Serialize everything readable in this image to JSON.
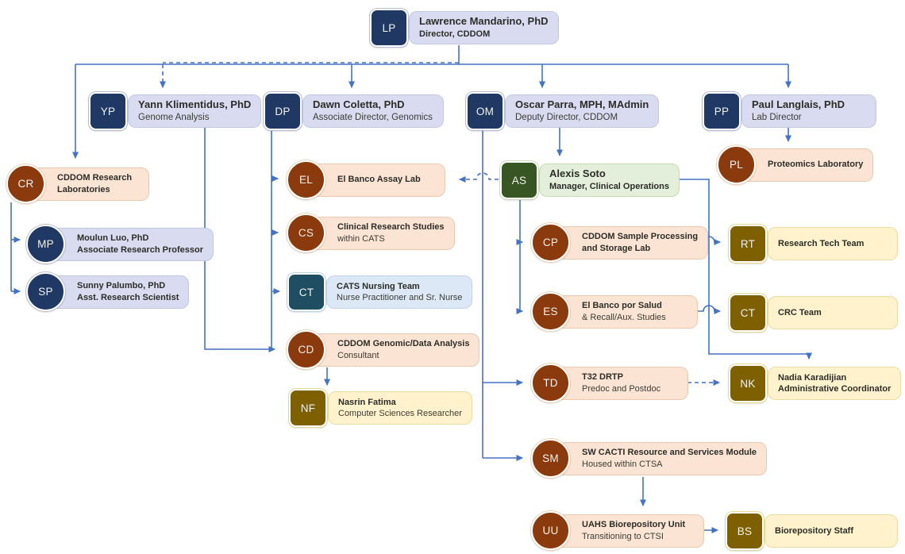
{
  "colors": {
    "connector": "#4472C4",
    "navy_badge": "#1f3864",
    "navy_box": "#d9dcf0",
    "brown_badge": "#8a3a0d",
    "peach_box": "#fbe4d3",
    "green_badge": "#375623",
    "green_box": "#e3efdb",
    "olive_badge": "#7e6000",
    "yellow_box": "#fff2cc",
    "teal_badge": "#1f4e63",
    "blue_box": "#dce8f6"
  },
  "nodes": {
    "lp": {
      "initials": "LP",
      "title": "Lawrence Mandarino, PhD",
      "title2": "Director, CDDOM"
    },
    "yp": {
      "initials": "YP",
      "title": "Yann Klimentidus, PhD",
      "subtitle": "Genome Analysis"
    },
    "dp": {
      "initials": "DP",
      "title": "Dawn Coletta, PhD",
      "subtitle": "Associate Director, Genomics"
    },
    "om": {
      "initials": "OM",
      "title": "Oscar Parra, MPH, MAdmin",
      "subtitle": "Deputy Director, CDDOM"
    },
    "pp": {
      "initials": "PP",
      "title": "Paul Langlais, PhD",
      "subtitle": "Lab Director"
    },
    "cr": {
      "initials": "CR",
      "title": "CDDOM Research",
      "title2": "Laboratories"
    },
    "mp": {
      "initials": "MP",
      "title": "Moulun Luo, PhD",
      "title2": "Associate Research Professor"
    },
    "sp": {
      "initials": "SP",
      "title": "Sunny Palumbo, PhD",
      "title2": "Asst. Research Scientist"
    },
    "el": {
      "initials": "EL",
      "title": "El Banco Assay Lab"
    },
    "cs": {
      "initials": "CS",
      "title": "Clinical Research Studies",
      "subtitle": "within CATS"
    },
    "ct1": {
      "initials": "CT",
      "title": "CATS Nursing Team",
      "subtitle": "Nurse Practitioner and Sr. Nurse"
    },
    "cd": {
      "initials": "CD",
      "title": "CDDOM Genomic/Data Analysis",
      "subtitle": "Consultant"
    },
    "nf": {
      "initials": "NF",
      "title": "Nasrin Fatima",
      "subtitle": "Computer Sciences Researcher"
    },
    "as": {
      "initials": "AS",
      "title": "Alexis Soto",
      "title2": "Manager, Clinical Operations"
    },
    "cp": {
      "initials": "CP",
      "title": "CDDOM Sample Processing",
      "title2": "and Storage Lab"
    },
    "es": {
      "initials": "ES",
      "title": "El Banco por Salud",
      "subtitle": "& Recall/Aux. Studies"
    },
    "td": {
      "initials": "TD",
      "title": "T32 DRTP",
      "subtitle": "Predoc and Postdoc"
    },
    "sm": {
      "initials": "SM",
      "title": "SW CACTI Resource and Services Module",
      "subtitle": "Housed within CTSA"
    },
    "uu": {
      "initials": "UU",
      "title": "UAHS Biorepository Unit",
      "subtitle": "Transitioning to CTSI"
    },
    "pl": {
      "initials": "PL",
      "title": "Proteomics Laboratory"
    },
    "rt": {
      "initials": "RT",
      "title": "Research Tech Team"
    },
    "ct2": {
      "initials": "CT",
      "title": "CRC Team"
    },
    "nk": {
      "initials": "NK",
      "title": "Nadia Karadijian",
      "title2": "Administrative Coordinator"
    },
    "bs": {
      "initials": "BS",
      "title": "Biorepository Staff"
    }
  },
  "edges": [
    {
      "from": "LP",
      "to": "YP",
      "style": "dashed"
    },
    {
      "from": "LP",
      "to": "DP",
      "style": "solid"
    },
    {
      "from": "LP",
      "to": "OM",
      "style": "solid"
    },
    {
      "from": "LP",
      "to": "PP",
      "style": "solid"
    },
    {
      "from": "LP",
      "to": "CR",
      "style": "solid"
    },
    {
      "from": "CR",
      "to": "MP",
      "style": "solid"
    },
    {
      "from": "CR",
      "to": "SP",
      "style": "solid"
    },
    {
      "from": "YP",
      "to": "CD",
      "style": "solid"
    },
    {
      "from": "DP",
      "to": "EL",
      "style": "solid"
    },
    {
      "from": "DP",
      "to": "CS",
      "style": "solid"
    },
    {
      "from": "DP",
      "to": "CT-nursing",
      "style": "dashed"
    },
    {
      "from": "DP",
      "to": "CD",
      "style": "solid"
    },
    {
      "from": "CD",
      "to": "NF",
      "style": "solid"
    },
    {
      "from": "OM",
      "to": "AS",
      "style": "solid"
    },
    {
      "from": "OM",
      "to": "TD",
      "style": "solid"
    },
    {
      "from": "OM",
      "to": "SM",
      "style": "solid"
    },
    {
      "from": "AS",
      "to": "EL",
      "style": "dashed"
    },
    {
      "from": "AS",
      "to": "CP",
      "style": "solid"
    },
    {
      "from": "AS",
      "to": "ES",
      "style": "solid"
    },
    {
      "from": "AS",
      "to": "NK",
      "style": "solid"
    },
    {
      "from": "CP",
      "to": "RT",
      "style": "solid"
    },
    {
      "from": "ES",
      "to": "CRC",
      "style": "solid"
    },
    {
      "from": "TD",
      "to": "NK",
      "style": "dashed"
    },
    {
      "from": "PP",
      "to": "PL",
      "style": "solid"
    },
    {
      "from": "SM",
      "to": "UU",
      "style": "solid"
    },
    {
      "from": "UU",
      "to": "BS",
      "style": "solid"
    }
  ]
}
